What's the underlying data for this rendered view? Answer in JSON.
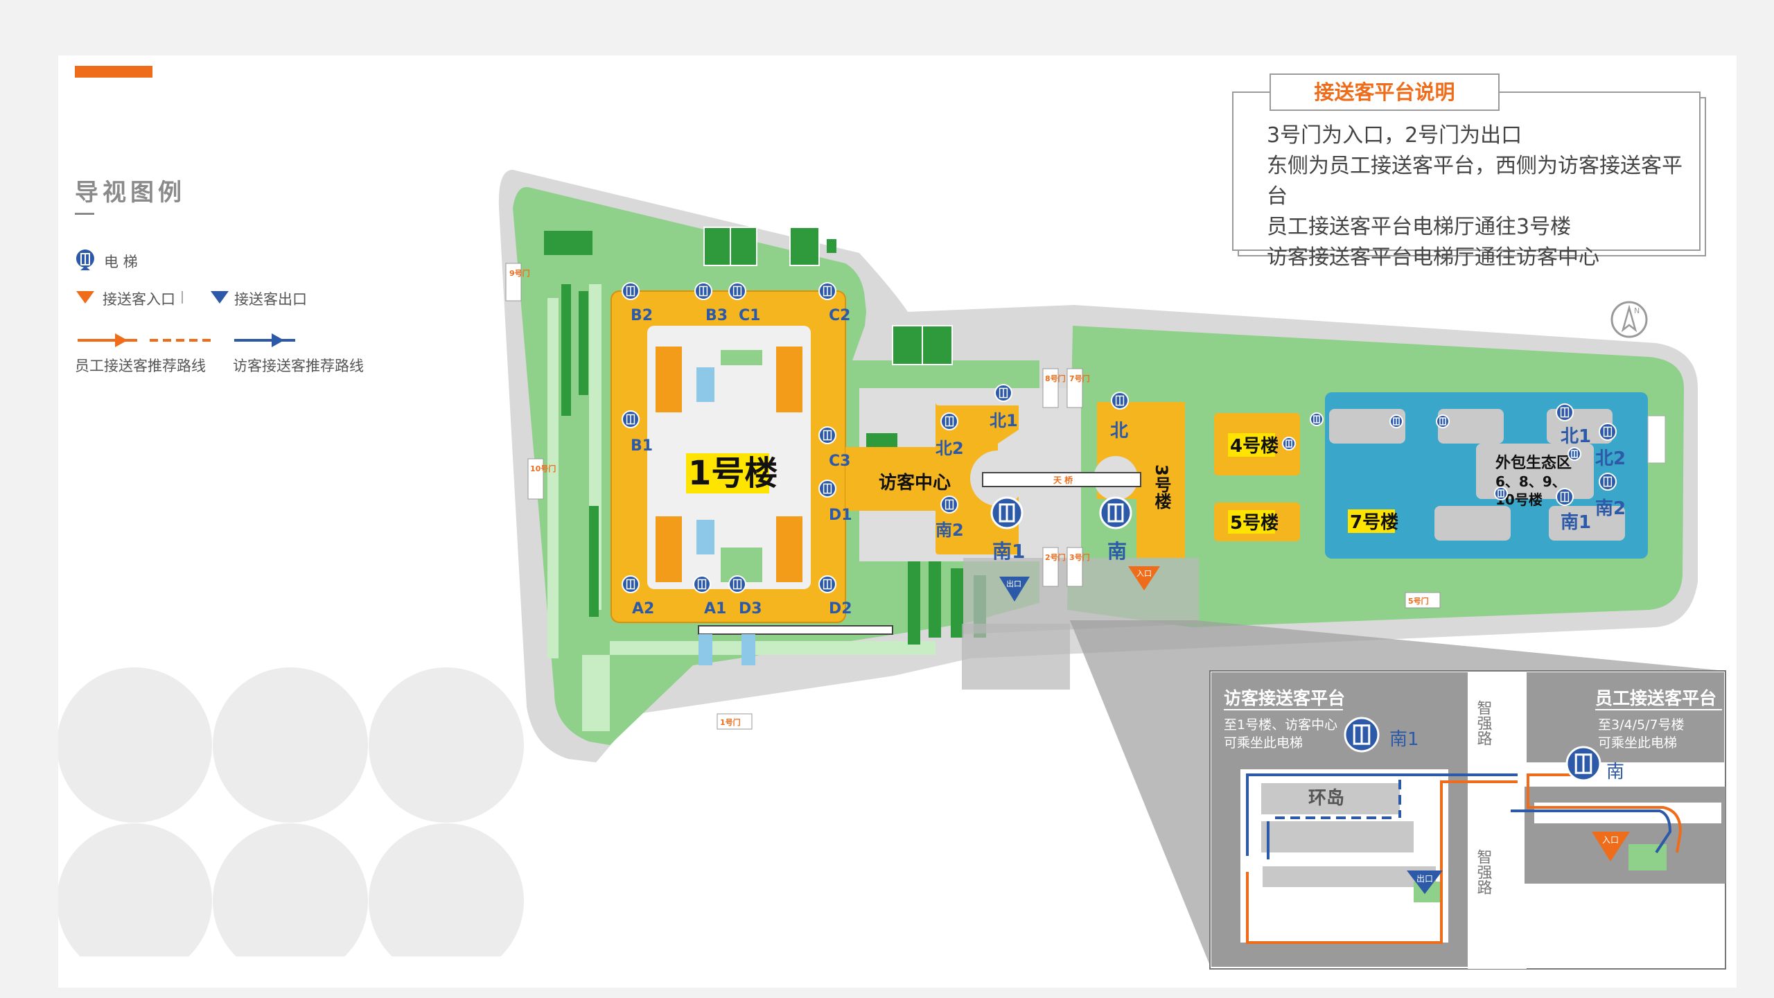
{
  "legend": {
    "title": "导视图例",
    "elevator": "电 梯",
    "entry": "接送客入口",
    "exit": "接送客出口",
    "staff_route": "员工接送客推荐路线",
    "visitor_route": "访客接送客推荐路线"
  },
  "info": {
    "title": "接送客平台说明",
    "lines": [
      "3号门为入口，2号门为出口",
      "东侧为员工接送客平台，西侧为访客接送客平台",
      "员工接送客平台电梯厅通往3号楼",
      "访客接送客平台电梯厅通往访客中心"
    ]
  },
  "buildings": {
    "b1": "1号楼",
    "visitor_center": "访客中心",
    "b3": "3号楼",
    "b4": "4号楼",
    "b5": "5号楼",
    "b7": "7号楼",
    "eco_title": "外包生态区",
    "eco_sub1": "6、8、9、",
    "eco_sub2": "10号楼",
    "skybridge": "天 桥"
  },
  "elevator_labels": [
    "B2",
    "B3",
    "C1",
    "C2",
    "B1",
    "C3",
    "D1",
    "A2",
    "A1",
    "D3",
    "D2",
    "北1",
    "北2",
    "南2",
    "南1",
    "北",
    "南",
    "北1",
    "北2",
    "南1",
    "南2"
  ],
  "gates": [
    "9号门",
    "10号门",
    "8号门",
    "7号门",
    "2号门",
    "3号门",
    "5号门",
    "1号门"
  ],
  "markers": {
    "entry": "入口",
    "exit": "出口"
  },
  "compass": "N",
  "inset": {
    "visitor_title": "访客接送客平台",
    "visitor_desc1": "至1号楼、访客中心",
    "visitor_desc2": "可乘坐此电梯",
    "staff_title": "员工接送客平台",
    "staff_desc1": "至3/4/5/7号楼",
    "staff_desc2": "可乘坐此电梯",
    "road": "智强路",
    "roundabout": "环岛",
    "elevator_south1": "南1",
    "elevator_south": "南",
    "entry": "入口",
    "exit": "出口"
  },
  "colors": {
    "accent": "#ef6c1a",
    "building": "#f5b51e",
    "green": "#8fd08a",
    "road": "#d9d9d9",
    "blue": "#2d5aa8",
    "eco": "#3aa6c9"
  }
}
